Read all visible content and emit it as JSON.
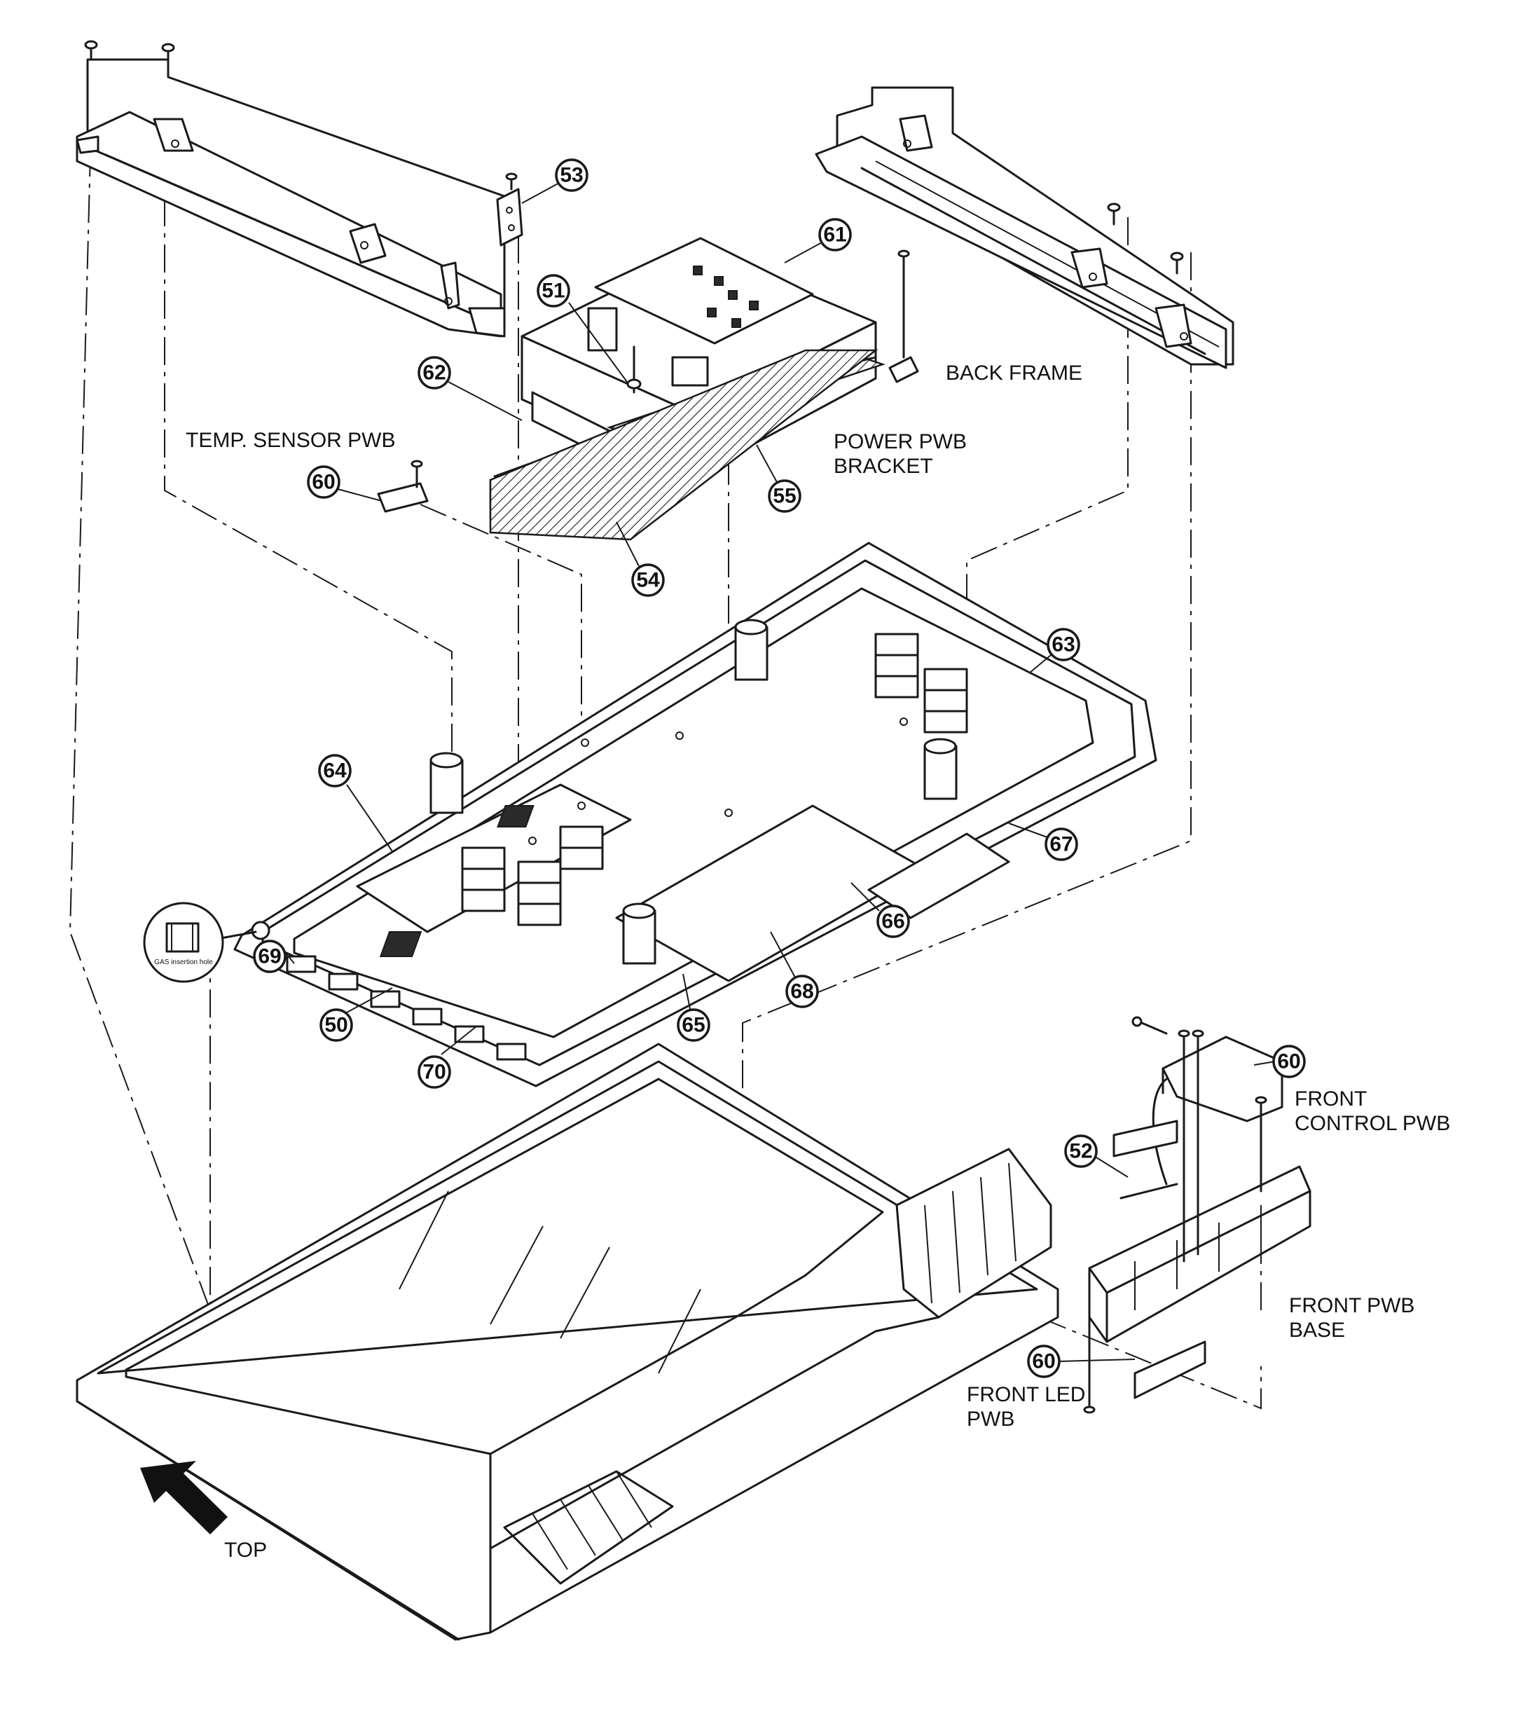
{
  "callouts": [
    "53",
    "61",
    "51",
    "62",
    "60",
    "55",
    "54",
    "63",
    "64",
    "67",
    "69",
    "66",
    "68",
    "50",
    "65",
    "70",
    "60",
    "52",
    "60"
  ],
  "labels": {
    "back_frame": "BACK FRAME",
    "temp_sensor": "TEMP. SENSOR PWB",
    "power_bracket_1": "POWER PWB",
    "power_bracket_2": "BRACKET",
    "front_control_1": "FRONT",
    "front_control_2": "CONTROL  PWB",
    "front_base_1": "FRONT PWB",
    "front_base_2": "BASE",
    "front_led_1": "FRONT LED",
    "front_led_2": "PWB",
    "top": "TOP",
    "gas_hole": "GAS insertion hole"
  }
}
